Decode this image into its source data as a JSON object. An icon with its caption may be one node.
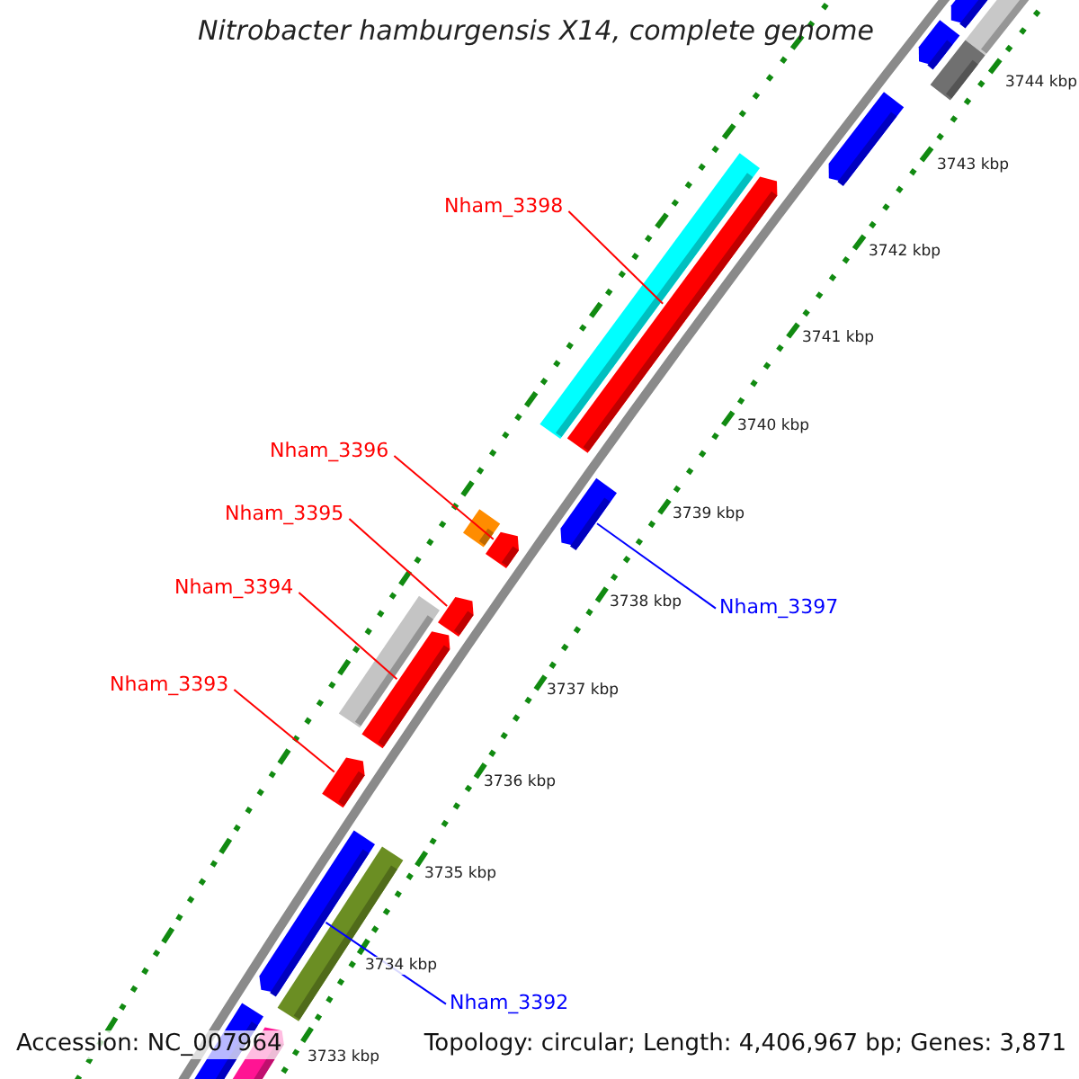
{
  "diagram": {
    "title": "Nitrobacter hamburgensis X14, complete genome",
    "nodes": [
      {
        "text": [
          "Nham_3398"
        ]
      },
      {
        "text": [
          "Nham_3396"
        ]
      },
      {
        "text": [
          "Nham_3395"
        ]
      },
      {
        "text": [
          "Nham_3397"
        ]
      },
      {
        "text": [
          "Nham_3394"
        ]
      },
      {
        "text": [
          "Nham_3393"
        ]
      },
      {
        "text": [
          "Nham_3392"
        ]
      },
      {
        "text": [],
        "shape": "bar"
      },
      {
        "text": [],
        "shape": "bar"
      },
      {
        "text": [],
        "shape": "bar"
      },
      {
        "text": [],
        "shape": "bar"
      },
      {
        "text": [],
        "shape": "bar"
      },
      {
        "text": [],
        "shape": "bar"
      },
      {
        "text": [],
        "shape": "bar"
      }
    ],
    "edges": [
      {
        "from": 0,
        "to": 7,
        "arrow": "none"
      },
      {
        "from": 1,
        "to": 9,
        "arrow": "none"
      },
      {
        "from": 2,
        "to": 10,
        "arrow": "none"
      },
      {
        "from": 3,
        "to": 8,
        "arrow": "none",
        "color": "#0000ff"
      },
      {
        "from": 4,
        "to": 11,
        "arrow": "none"
      },
      {
        "from": 5,
        "to": 12,
        "arrow": "none"
      },
      {
        "from": 6,
        "to": 13,
        "arrow": "none",
        "color": "#0000ff"
      }
    ],
    "labels": [
      "3744 kbp",
      "3743 kbp",
      "3742 kbp",
      "3741 kbp",
      "3740 kbp",
      "3739 kbp",
      "3738 kbp",
      "3737 kbp",
      "3736 kbp",
      "3735 kbp",
      "3734 kbp",
      "3733 kbp",
      "Accession: NC_007964",
      "Topology: circular; Length: 4,406,967 bp; Genes: 3,871"
    ]
  }
}
